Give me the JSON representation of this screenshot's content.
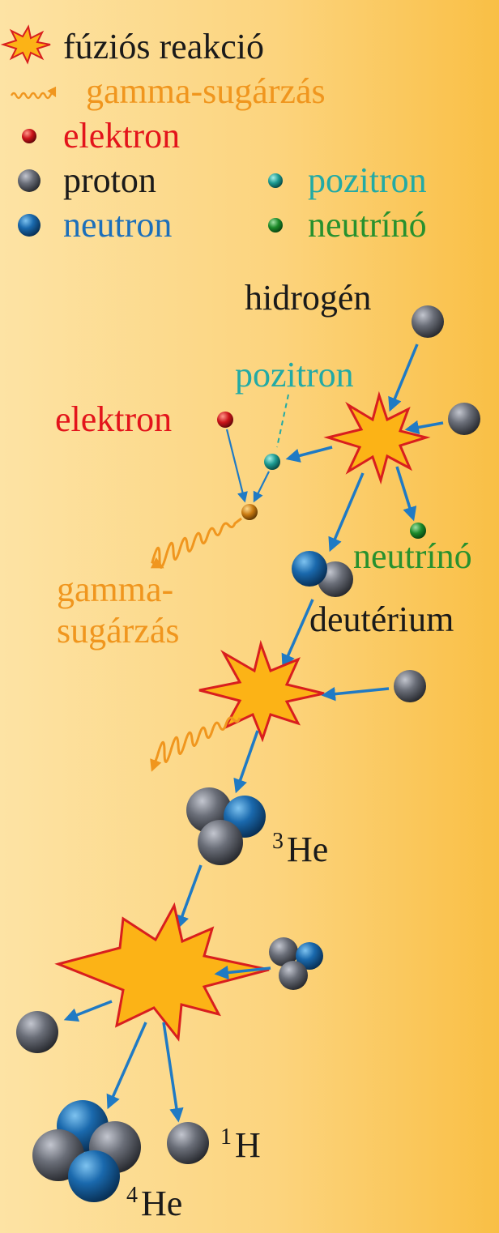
{
  "legend": {
    "fusion": "fúziós reakció",
    "gamma": "gamma-sugárzás",
    "electron": "elektron",
    "proton": "proton",
    "neutron": "neutron",
    "positron": "pozitron",
    "neutrino": "neutrínó"
  },
  "labels": {
    "hydrogen": "hidrogén",
    "positron": "pozitron",
    "electron": "elektron",
    "neutrino": "neutrínó",
    "gamma_line1": "gamma-",
    "gamma_line2": "sugárzás",
    "deuterium": "deutérium",
    "he3_mass": "3",
    "he3_symbol": "He",
    "h1_mass": "1",
    "h1_symbol": "H",
    "he4_mass": "4",
    "he4_symbol": "He"
  },
  "colors": {
    "fusion": "#1a1a1a",
    "gamma": "#f0961e",
    "electron": "#e3141b",
    "proton": "#1a1a1a",
    "neutron": "#1c6fba",
    "positron": "#22aaa5",
    "neutrino": "#27912e",
    "arrow": "#1f7ac4"
  }
}
